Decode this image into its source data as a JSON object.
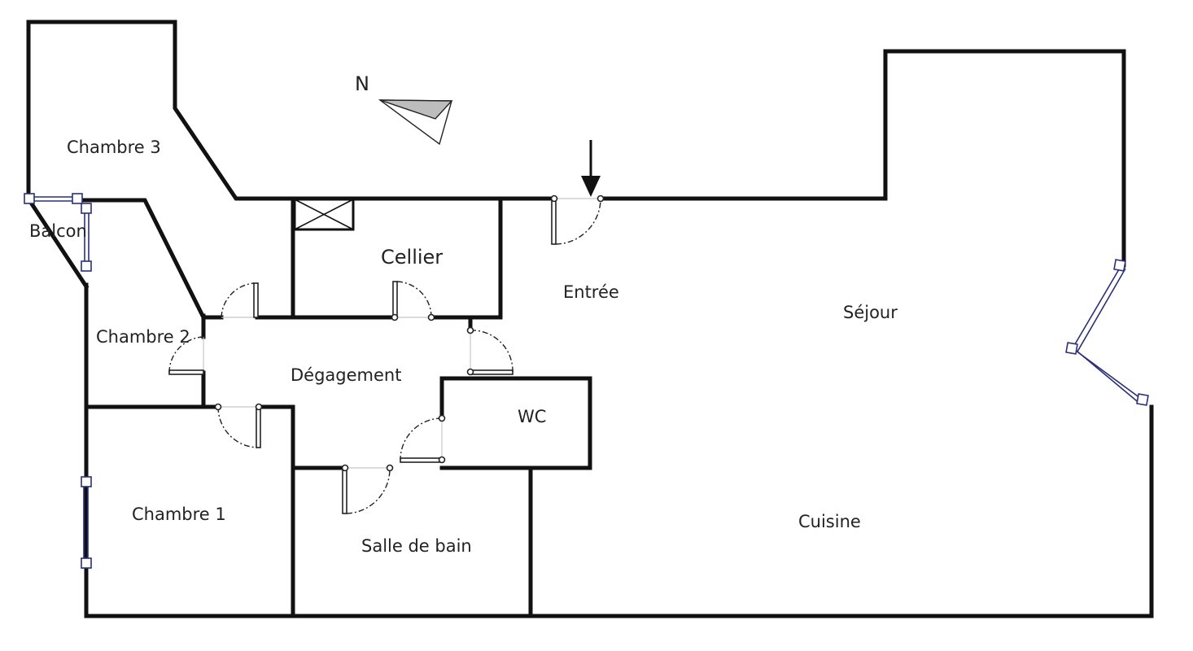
{
  "plan": {
    "compass": {
      "label": "N"
    },
    "rooms": {
      "chambre3": "Chambre 3",
      "balcon": "Balcon",
      "chambre2": "Chambre 2",
      "cellier": "Cellier",
      "entree": "Entrée",
      "sejour": "Séjour",
      "degagement": "Dégagement",
      "wc": "WC",
      "chambre1": "Chambre 1",
      "salle_de_bain": "Salle de bain",
      "cuisine": "Cuisine"
    },
    "colors": {
      "wall": "#111111",
      "window": "#2a2f7a",
      "background": "#ffffff"
    }
  }
}
